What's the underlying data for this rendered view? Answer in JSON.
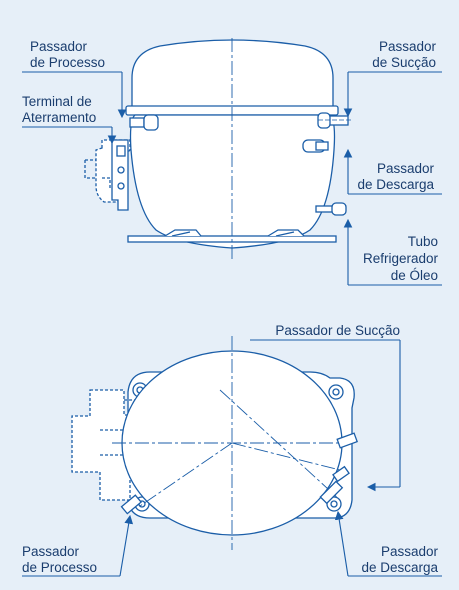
{
  "colors": {
    "background": "#e6eff8",
    "body_fill": "#ffffff",
    "line": "#1b5ea8",
    "text": "#1a3d6e"
  },
  "side_view": {
    "process_passthrough": [
      "Passador",
      "de Processo"
    ],
    "ground_terminal": [
      "Terminal de",
      "Aterramento"
    ],
    "suction_passthrough": [
      "Passador",
      "de Sucção"
    ],
    "discharge_passthrough": [
      "Passador",
      "de Descarga"
    ],
    "oil_cooler_tube": [
      "Tubo",
      "Refrigerador",
      "de Óleo"
    ]
  },
  "top_view": {
    "suction_passthrough": "Passador de Sucção",
    "process_passthrough": [
      "Passador",
      "de Processo"
    ],
    "discharge_passthrough": [
      "Passador",
      "de Descarga"
    ]
  }
}
